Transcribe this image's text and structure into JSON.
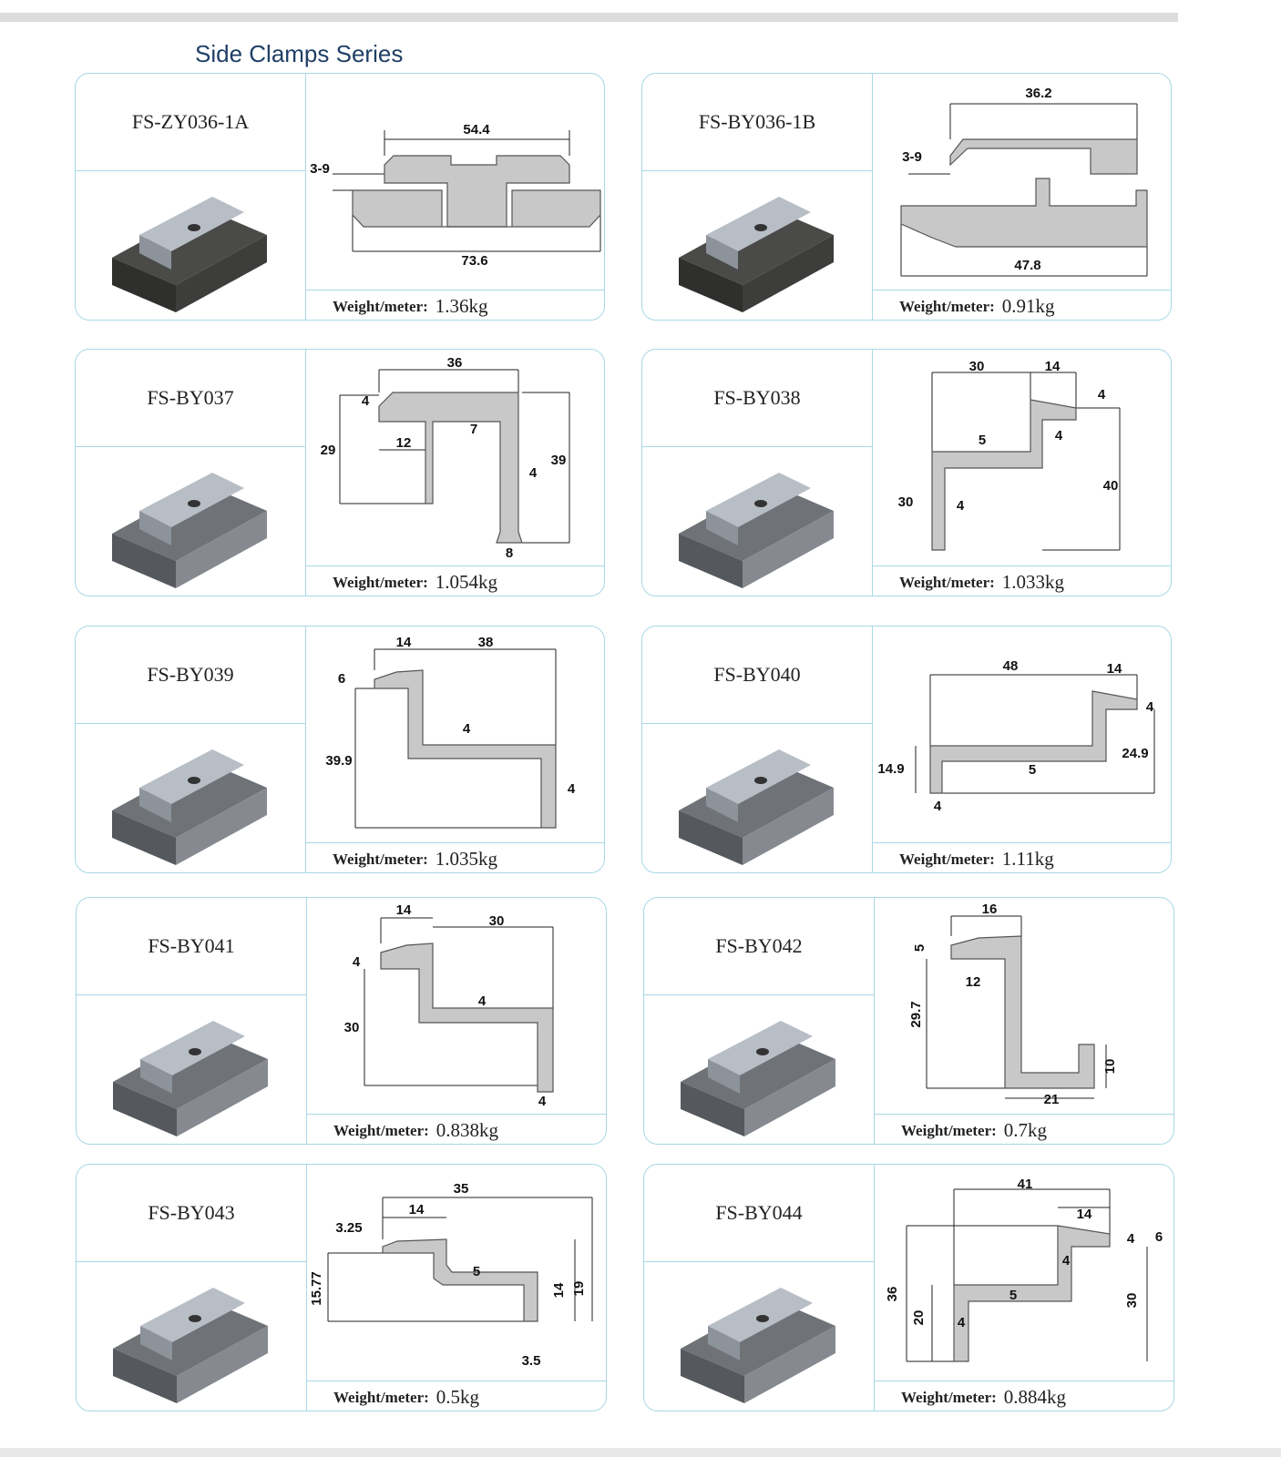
{
  "title": "Side Clamps Series",
  "weight_label": "Weight/meter:",
  "products": [
    {
      "model": "FS-ZY036-1A",
      "weight": "1.36kg",
      "dimensions": [
        "54.4",
        "3-9",
        "73.6"
      ]
    },
    {
      "model": "FS-BY036-1B",
      "weight": "0.91kg",
      "dimensions": [
        "36.2",
        "3-9",
        "47.8"
      ]
    },
    {
      "model": "FS-BY037",
      "weight": "1.054kg",
      "dimensions": [
        "36",
        "4",
        "29",
        "12",
        "7",
        "39",
        "4",
        "8"
      ]
    },
    {
      "model": "FS-BY038",
      "weight": "1.033kg",
      "dimensions": [
        "30",
        "14",
        "4",
        "5",
        "4",
        "40",
        "30",
        "4"
      ]
    },
    {
      "model": "FS-BY039",
      "weight": "1.035kg",
      "dimensions": [
        "14",
        "38",
        "6",
        "4",
        "39.9",
        "4"
      ]
    },
    {
      "model": "FS-BY040",
      "weight": "1.11kg",
      "dimensions": [
        "48",
        "14",
        "4",
        "24.9",
        "14.9",
        "5",
        "4"
      ]
    },
    {
      "model": "FS-BY041",
      "weight": "0.838kg",
      "dimensions": [
        "14",
        "30",
        "4",
        "4",
        "30",
        "4"
      ]
    },
    {
      "model": "FS-BY042",
      "weight": "0.7kg",
      "dimensions": [
        "16",
        "5",
        "12",
        "29.7",
        "10",
        "21"
      ]
    },
    {
      "model": "FS-BY043",
      "weight": "0.5kg",
      "dimensions": [
        "35",
        "14",
        "3.25",
        "5",
        "15.77",
        "14",
        "19",
        "3.5"
      ]
    },
    {
      "model": "FS-BY044",
      "weight": "0.884kg",
      "dimensions": [
        "41",
        "14",
        "4",
        "6",
        "36",
        "4",
        "5",
        "20",
        "4",
        "30"
      ]
    }
  ]
}
